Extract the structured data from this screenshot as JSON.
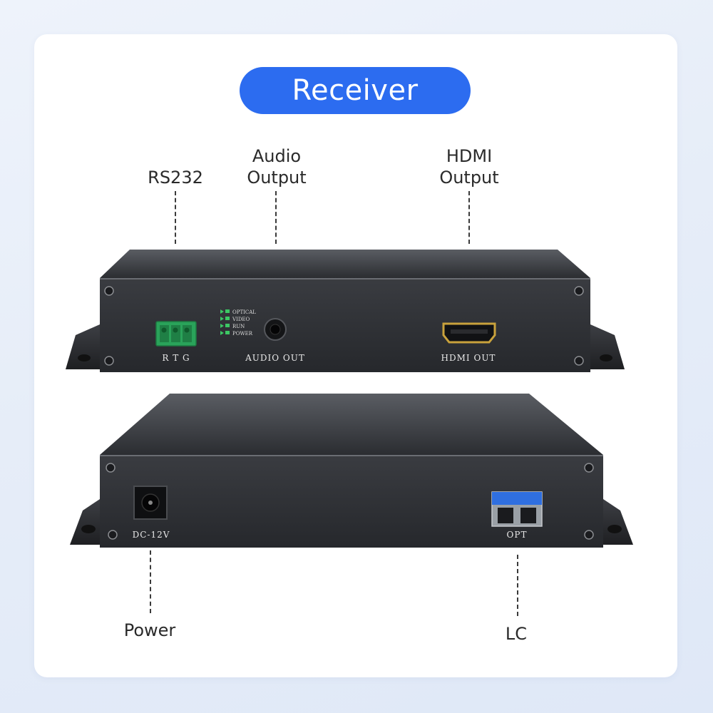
{
  "title": "Receiver",
  "callouts": {
    "rs232": "RS232",
    "audio_line1": "Audio",
    "audio_line2": "Output",
    "hdmi_line1": "HDMI",
    "hdmi_line2": "Output",
    "power": "Power",
    "lc": "LC"
  },
  "front_panel": {
    "rs232_pins": "R T G",
    "leds": [
      "OPTICAL",
      "VIDEO",
      "RUN",
      "POWER"
    ],
    "audio_port": "AUDIO OUT",
    "hdmi_port": "HDMI OUT"
  },
  "rear_panel": {
    "power_port": "DC-12V",
    "optical_port": "OPT"
  },
  "colors": {
    "accent": "#2c6cf0",
    "led": "#3cc864",
    "terminal": "#2aa35a",
    "sfp": "#2f6fe0"
  }
}
